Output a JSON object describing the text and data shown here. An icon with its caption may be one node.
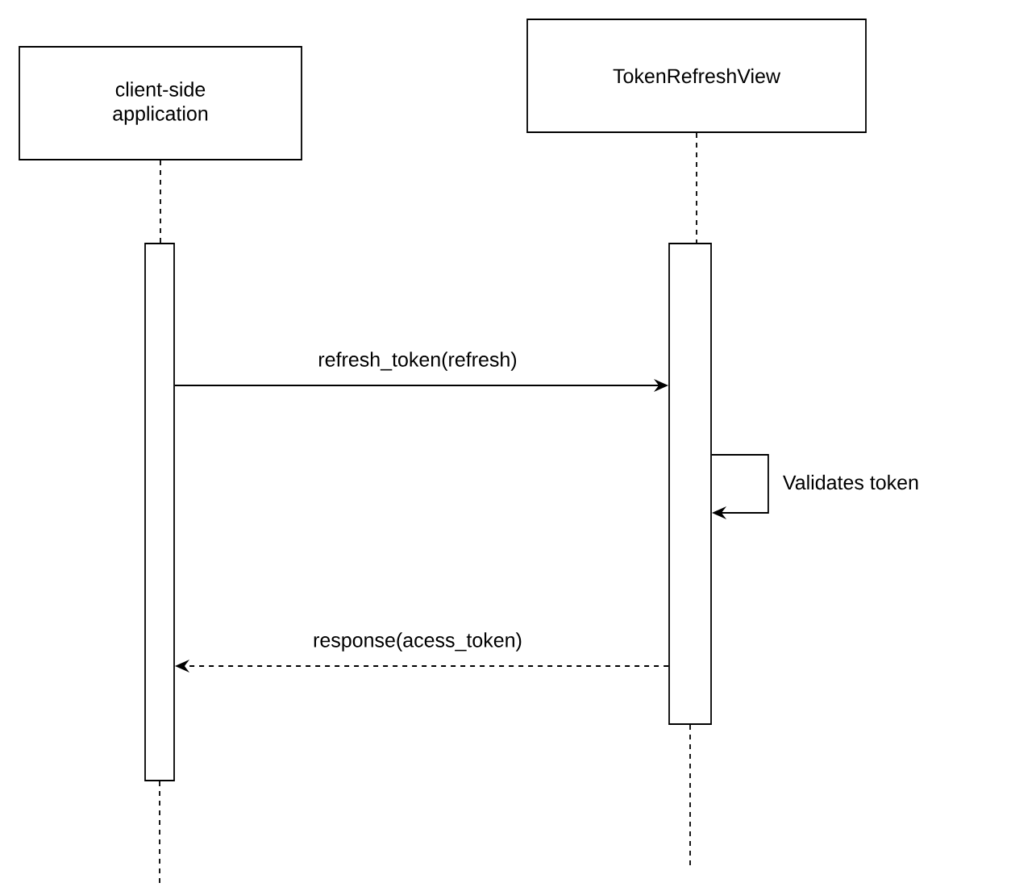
{
  "diagram": {
    "nodes": [
      {
        "text": [
          "client-side application"
        ]
      },
      {
        "text": [
          "TokenRefreshView"
        ]
      },
      {
        "text": [],
        "shape": "bar"
      },
      {
        "text": [],
        "shape": "bar"
      }
    ],
    "edges": [
      {
        "from": 0,
        "to": 2,
        "arrow": "none",
        "style": "dashed"
      },
      {
        "from": 1,
        "to": 3,
        "arrow": "none",
        "style": "dashed"
      },
      {
        "from": 2,
        "to": null,
        "arrow": "none",
        "style": "dashed"
      },
      {
        "from": 3,
        "to": null,
        "arrow": "none",
        "style": "dashed"
      },
      {
        "from": 2,
        "to": 3,
        "arrow": "to",
        "label": "refresh_token(refresh)"
      },
      {
        "from": 3,
        "to": 3,
        "arrow": "to",
        "label": "Validates token"
      },
      {
        "from": 3,
        "to": 2,
        "arrow": "to",
        "style": "dashed",
        "label": "response(acess_token)"
      }
    ]
  }
}
